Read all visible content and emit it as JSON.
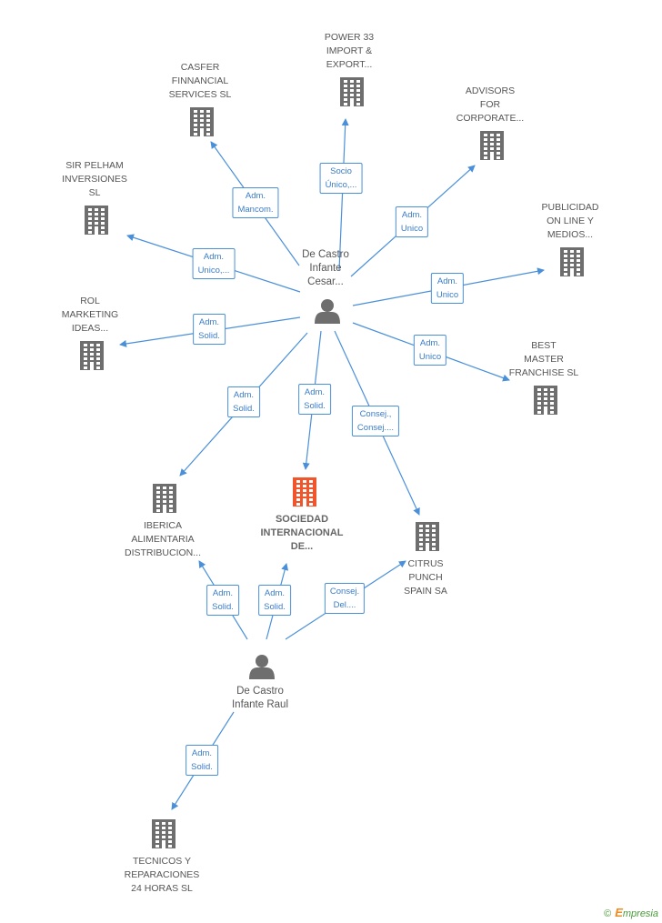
{
  "companies": [
    {
      "id": "power33",
      "label": "POWER 33\nIMPORT &\nEXPORT..."
    },
    {
      "id": "casfer",
      "label": "CASFER\nFINNANCIAL\nSERVICES SL"
    },
    {
      "id": "advisors",
      "label": "ADVISORS\nFOR\nCORPORATE..."
    },
    {
      "id": "sirpelham",
      "label": "SIR PELHAM\nINVERSIONES\nSL"
    },
    {
      "id": "publicidad",
      "label": "PUBLICIDAD\nON LINE Y\nMEDIOS..."
    },
    {
      "id": "rol",
      "label": "ROL\nMARKETING\nIDEAS..."
    },
    {
      "id": "bestmaster",
      "label": "BEST\nMASTER\nFRANCHISE SL"
    },
    {
      "id": "iberica",
      "label": "IBERICA\nALIMENTARIA\nDISTRIBUCION..."
    },
    {
      "id": "sociedad",
      "label": "SOCIEDAD\nINTERNACIONAL\nDE...",
      "highlight": true
    },
    {
      "id": "citrus",
      "label": "CITRUS\nPUNCH\nSPAIN SA"
    },
    {
      "id": "tecnicos",
      "label": "TECNICOS Y\nREPARACIONES\n24 HORAS SL"
    }
  ],
  "persons": [
    {
      "id": "cesar",
      "label": "De Castro\nInfante\nCesar..."
    },
    {
      "id": "raul",
      "label": "De Castro\nInfante Raul"
    }
  ],
  "edges": [
    {
      "from": "cesar",
      "to": "power33",
      "label": "Socio\nÚnico,..."
    },
    {
      "from": "cesar",
      "to": "casfer",
      "label": "Adm.\nMancom."
    },
    {
      "from": "cesar",
      "to": "advisors",
      "label": "Adm.\nUnico"
    },
    {
      "from": "cesar",
      "to": "sirpelham",
      "label": "Adm.\nUnico,..."
    },
    {
      "from": "cesar",
      "to": "publicidad",
      "label": "Adm.\nUnico"
    },
    {
      "from": "cesar",
      "to": "rol",
      "label": "Adm.\nSolid."
    },
    {
      "from": "cesar",
      "to": "bestmaster",
      "label": "Adm.\nUnico"
    },
    {
      "from": "cesar",
      "to": "iberica",
      "label": "Adm.\nSolid."
    },
    {
      "from": "cesar",
      "to": "sociedad",
      "label": "Adm.\nSolid."
    },
    {
      "from": "cesar",
      "to": "citrus",
      "label": "Consej.,\nConsej...."
    },
    {
      "from": "raul",
      "to": "iberica",
      "label": "Adm.\nSolid."
    },
    {
      "from": "raul",
      "to": "sociedad",
      "label": "Adm.\nSolid."
    },
    {
      "from": "raul",
      "to": "citrus",
      "label": "Consej.\nDel...."
    },
    {
      "from": "raul",
      "to": "tecnicos",
      "label": "Adm.\nSolid."
    }
  ],
  "colors": {
    "edge": "#4a90d9",
    "building": "#6e6e6e",
    "building_highlight": "#f0552b",
    "person": "#6e6e6e"
  },
  "brand": {
    "copyright": "©",
    "initial": "E",
    "name": "mpresia"
  }
}
